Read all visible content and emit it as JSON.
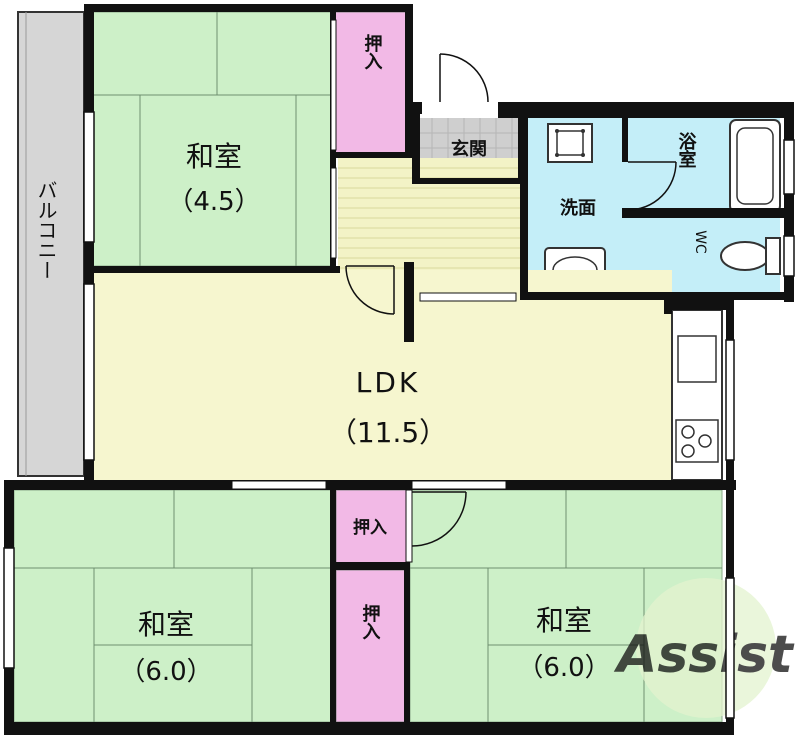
{
  "rooms": {
    "balcony": "バルコニー",
    "washitsu_top": {
      "name": "和室",
      "size": "（4.5）"
    },
    "oshiire_top": "押入",
    "genkan": "玄関",
    "senmen": "洗面",
    "yokushitsu": "浴室",
    "wc": "WC",
    "ldk": {
      "name": "LDK",
      "size": "（11.5）"
    },
    "oshiire_mid": "押入",
    "oshiire_bottom": "押入",
    "washitsu_left": {
      "name": "和室",
      "size": "（6.0）"
    },
    "washitsu_right": {
      "name": "和室",
      "size": "（6.0）"
    }
  },
  "logo": {
    "text": "Assist"
  },
  "colors": {
    "tatami": "#cdf0c8",
    "ldk": "#f6f6cf",
    "oshiire": "#f2b9e6",
    "water": "#c4eef8",
    "hall": "#f3f3c6",
    "genkan": "#cfcfcf",
    "balcony": "#d6d6d6",
    "wall": "#111111",
    "logo": "#8fcf2f"
  }
}
